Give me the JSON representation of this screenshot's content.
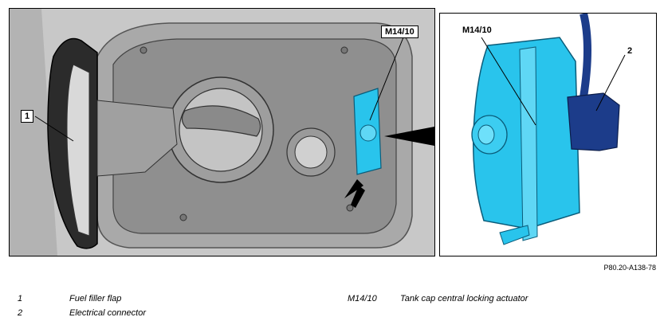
{
  "figure": {
    "reference": "P80.20-A138-78",
    "callouts": {
      "main_fuel_flap": "1",
      "main_actuator": "M14/10",
      "detail_actuator": "M14/10",
      "detail_connector": "2"
    }
  },
  "legend": [
    {
      "key": "1",
      "text": "Fuel filler flap"
    },
    {
      "key": "2",
      "text": "Electrical connector"
    },
    {
      "key": "M14/10",
      "text": "Tank cap central locking actuator"
    }
  ],
  "colors": {
    "actuator": "#29c4ec",
    "connector": "#1c3c8a",
    "body": "#bdbdbd"
  }
}
